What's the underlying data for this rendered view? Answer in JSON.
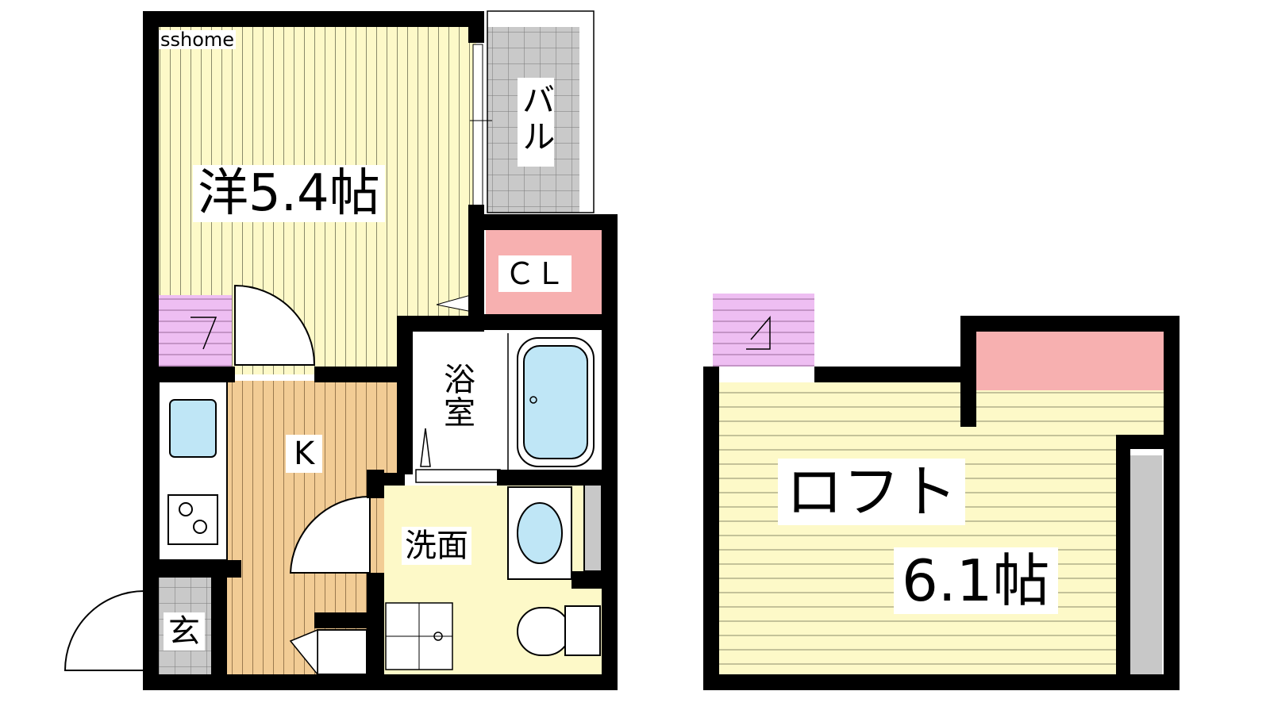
{
  "watermark": "sshome",
  "rooms": {
    "western": "洋5.4帖",
    "balcony": "バル",
    "closet": "ＣＬ",
    "bath_line1": "浴",
    "bath_line2": "室",
    "kitchen": "K",
    "washroom": "洗面",
    "entrance": "玄",
    "loft": "ロフト",
    "loft_size": "6.1帖"
  },
  "colors": {
    "wall": "#000000",
    "western_floor": "#fdf9c8",
    "kitchen_floor": "#f2cc95",
    "closet": "#f7b0b0",
    "ladder": "#eebef2",
    "balcony_tile": "#c9c9c9",
    "fixture_blue": "#bfe6f6",
    "storage_gray": "#c8c8c8"
  }
}
